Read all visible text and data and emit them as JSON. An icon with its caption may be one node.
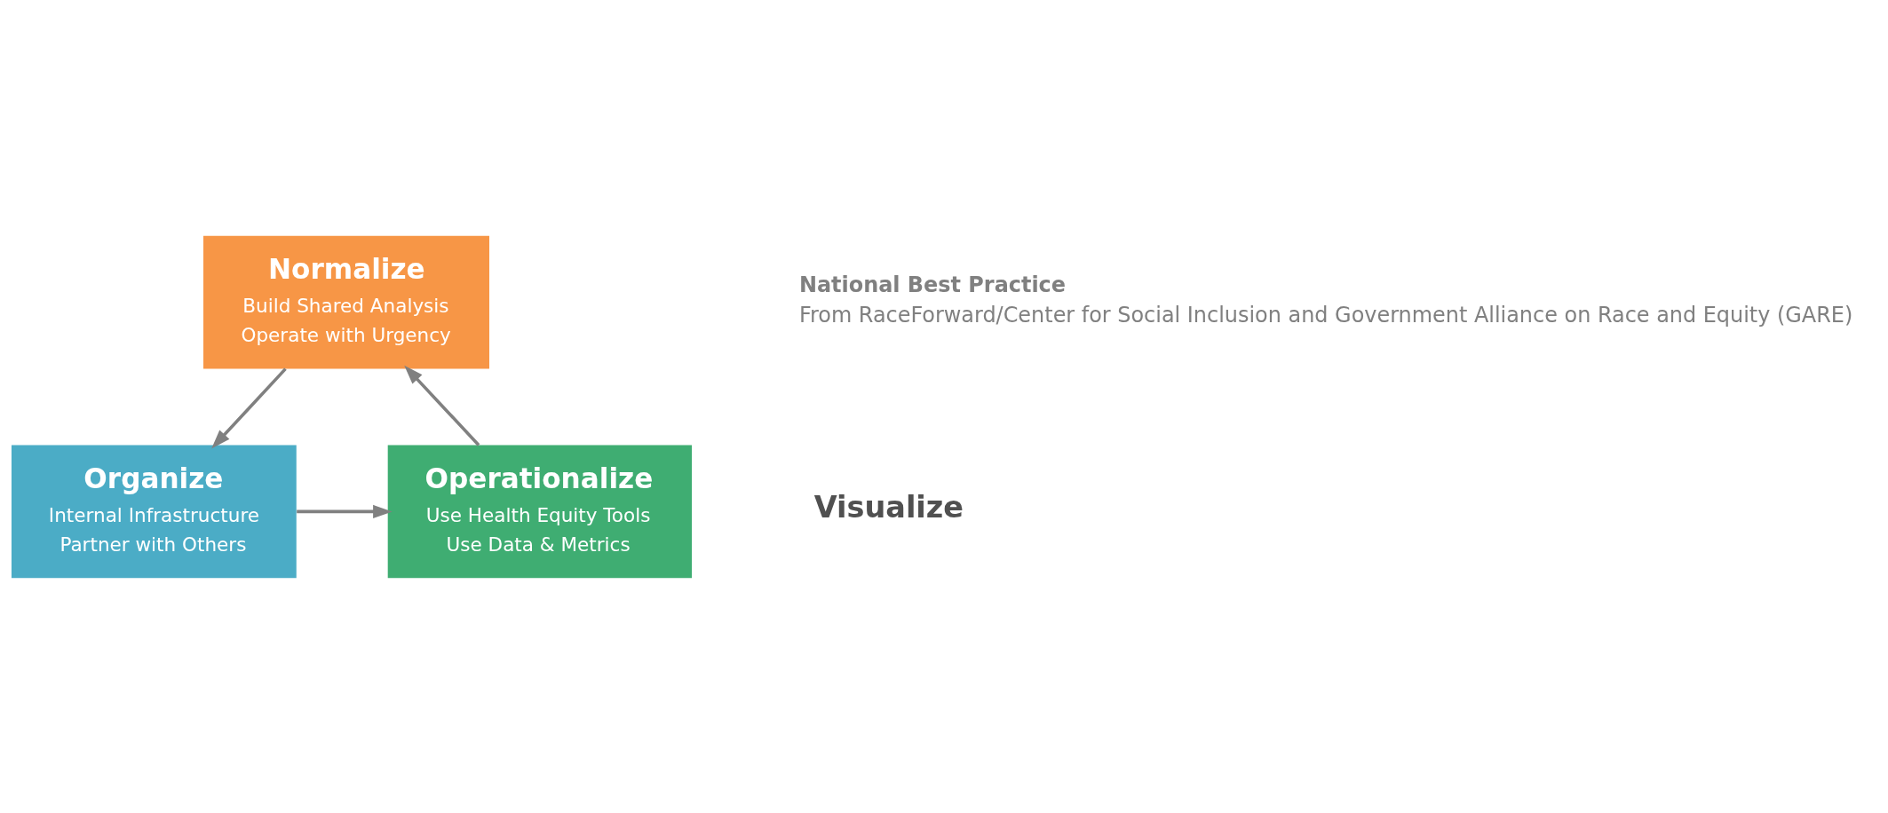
{
  "diagram": {
    "nodes": [
      {
        "text": [
          "Normalize",
          "Build Shared Analysis",
          "Operate with Urgency"
        ]
      },
      {
        "text": [
          "Organize",
          "Internal Infrastructure",
          "Partner with Others"
        ]
      },
      {
        "text": [
          "Operationalize",
          "Use Health Equity Tools",
          "Use Data & Metrics"
        ]
      }
    ],
    "edges": [
      {
        "from": 0,
        "to": 1,
        "arrow": "to"
      },
      {
        "from": 1,
        "to": 2,
        "arrow": "to"
      },
      {
        "from": 2,
        "to": 0,
        "arrow": "to"
      }
    ],
    "labels": [
      "Visualize",
      "National Best Practice",
      "From RaceForward/Center for Social Inclusion and Government Alliance on Race and Equity (GARE)"
    ]
  }
}
